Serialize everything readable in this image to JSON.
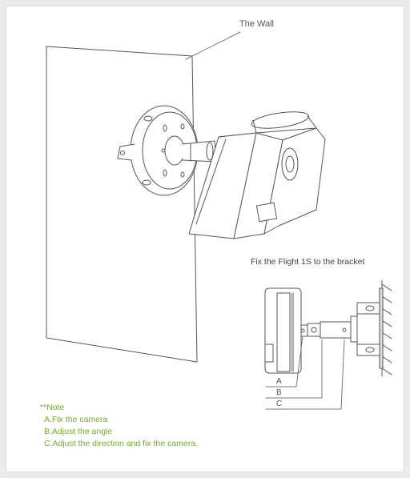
{
  "labels": {
    "wall": "The Wall",
    "fix_caption": "Fix the Flight 1S to the bracket",
    "part_a": "A",
    "part_b": "B",
    "part_c": "C"
  },
  "note": {
    "title": "**Note",
    "items": [
      "A.Fix the camera",
      "B.Adjust the angle",
      "C.Adjust the direction and fix the camera."
    ]
  },
  "colors": {
    "line": "#555555",
    "note": "#6fae2a",
    "background": "#ebebeb"
  }
}
